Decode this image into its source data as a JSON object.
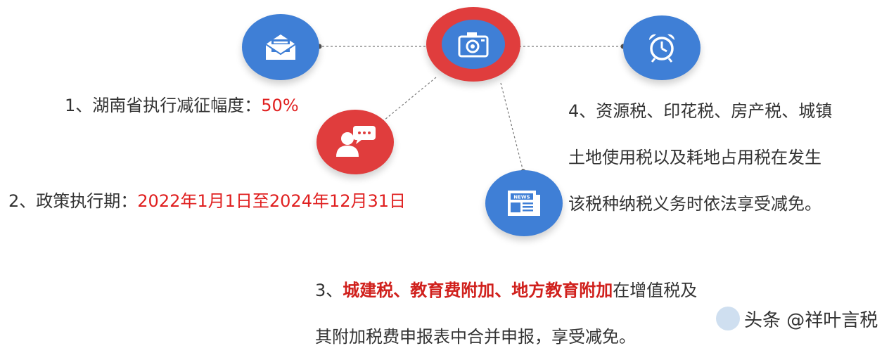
{
  "item1": {
    "label": "1、湖南省执行减征幅度：",
    "value": "50%"
  },
  "item2": {
    "label": "2、政策执行期：",
    "value": "2022年1月1日至2024年12月31日"
  },
  "item3": {
    "prefix": "3、",
    "highlight": "城建税、教育费附加、地方教育附加",
    "rest": "在增值税及",
    "line2": "其附加税费申报表中合并申报，享受减免。"
  },
  "item4": {
    "line1": "4、资源税、印花税、房产税、城镇",
    "line2": "土地使用税以及耗地占用税在发生",
    "line3": "该税种纳税义务时依法享受减免。"
  },
  "watermark": "头条 @祥叶言税",
  "icons": {
    "center": "camera-icon",
    "topleft": "envelope-icon",
    "topright": "alarm-clock-icon",
    "midleft": "chat-person-icon",
    "bottom": "newspaper-icon"
  },
  "colors": {
    "blue": "#3f7fd6",
    "red": "#e03d3d",
    "highlight": "#d0201c",
    "text": "#333333"
  }
}
